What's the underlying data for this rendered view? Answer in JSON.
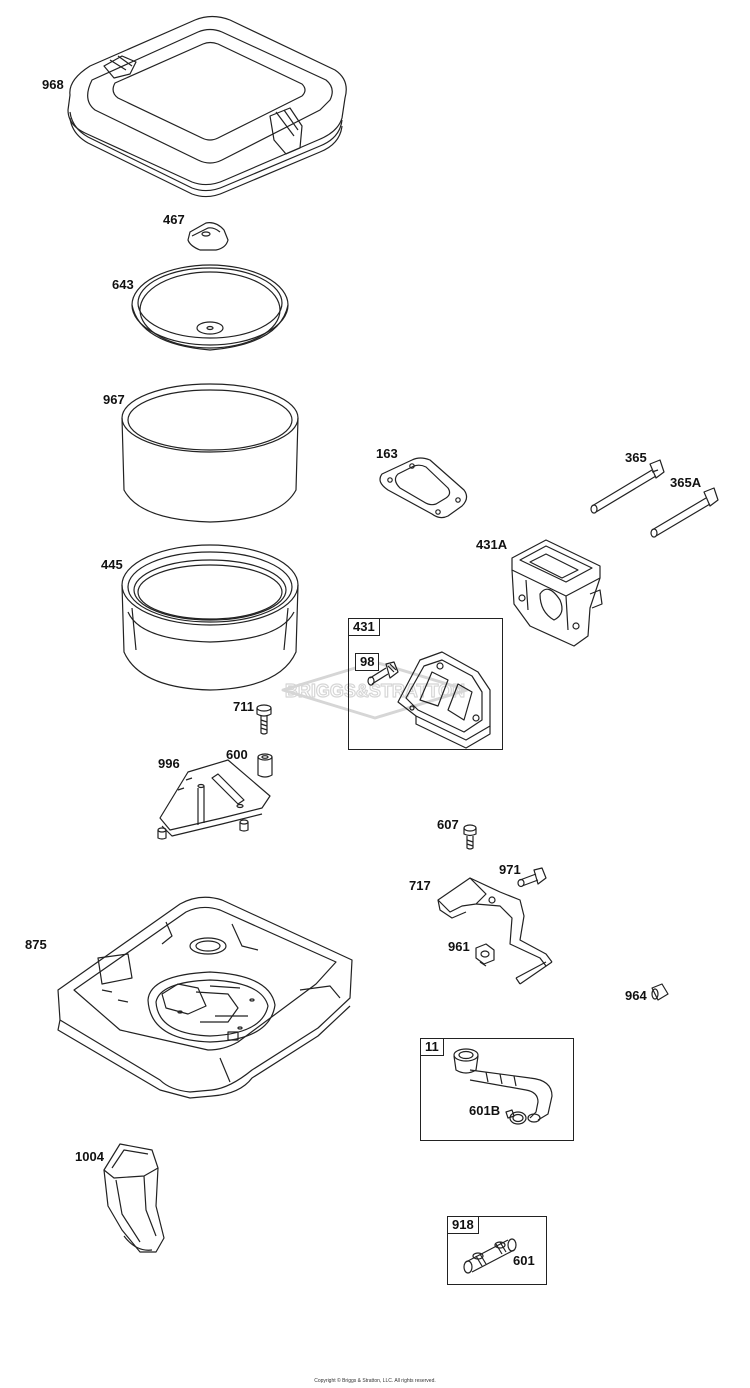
{
  "labels": {
    "p968": "968",
    "p467": "467",
    "p643": "643",
    "p967": "967",
    "p445": "445",
    "p711": "711",
    "p600": "600",
    "p996": "996",
    "p875": "875",
    "p1004": "1004",
    "p163": "163",
    "p365": "365",
    "p365A": "365A",
    "p431A": "431A",
    "p431": "431",
    "p98": "98",
    "p607": "607",
    "p971": "971",
    "p717": "717",
    "p961": "961",
    "p964": "964",
    "p11": "11",
    "p601B": "601B",
    "p918": "918",
    "p601": "601"
  },
  "watermark": "BRIGGS&STRATTON",
  "copyright": "Copyright © Briggs & Stratton, LLC. All rights reserved.",
  "colors": {
    "line": "#222222",
    "watermark": "#dcdcdc"
  }
}
